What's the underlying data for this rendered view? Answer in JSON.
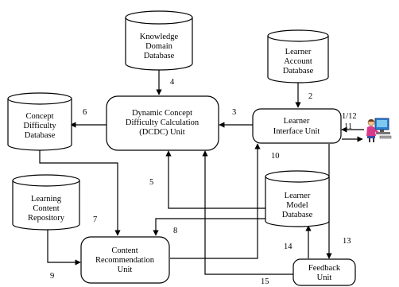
{
  "nodes": {
    "knowledge_db": [
      "Knowledge",
      "Domain",
      "Database"
    ],
    "account_db": [
      "Learner",
      "Account",
      "Database"
    ],
    "concept_db": [
      "Concept",
      "Difficulty",
      "Database"
    ],
    "dcdc_unit": [
      "Dynamic Concept",
      "Difficulty Calculation",
      "(DCDC) Unit"
    ],
    "interface_unit": [
      "Learner",
      "Interface Unit"
    ],
    "content_repo": [
      "Learning",
      "Content",
      "Repository"
    ],
    "model_db": [
      "Learner",
      "Model",
      "Database"
    ],
    "recommend_unit": [
      "Content",
      "Recommendation",
      "Unit"
    ],
    "feedback_unit": [
      "Feedback",
      "Unit"
    ]
  },
  "edge_labels": {
    "e1_12": "1/12",
    "e2": "2",
    "e3": "3",
    "e4": "4",
    "e5": "5",
    "e6": "6",
    "e7": "7",
    "e8": "8",
    "e9": "9",
    "e10": "10",
    "e11": "11",
    "e13": "13",
    "e14": "14",
    "e15": "15"
  },
  "icons": {
    "learner": "learner-at-computer-icon"
  }
}
